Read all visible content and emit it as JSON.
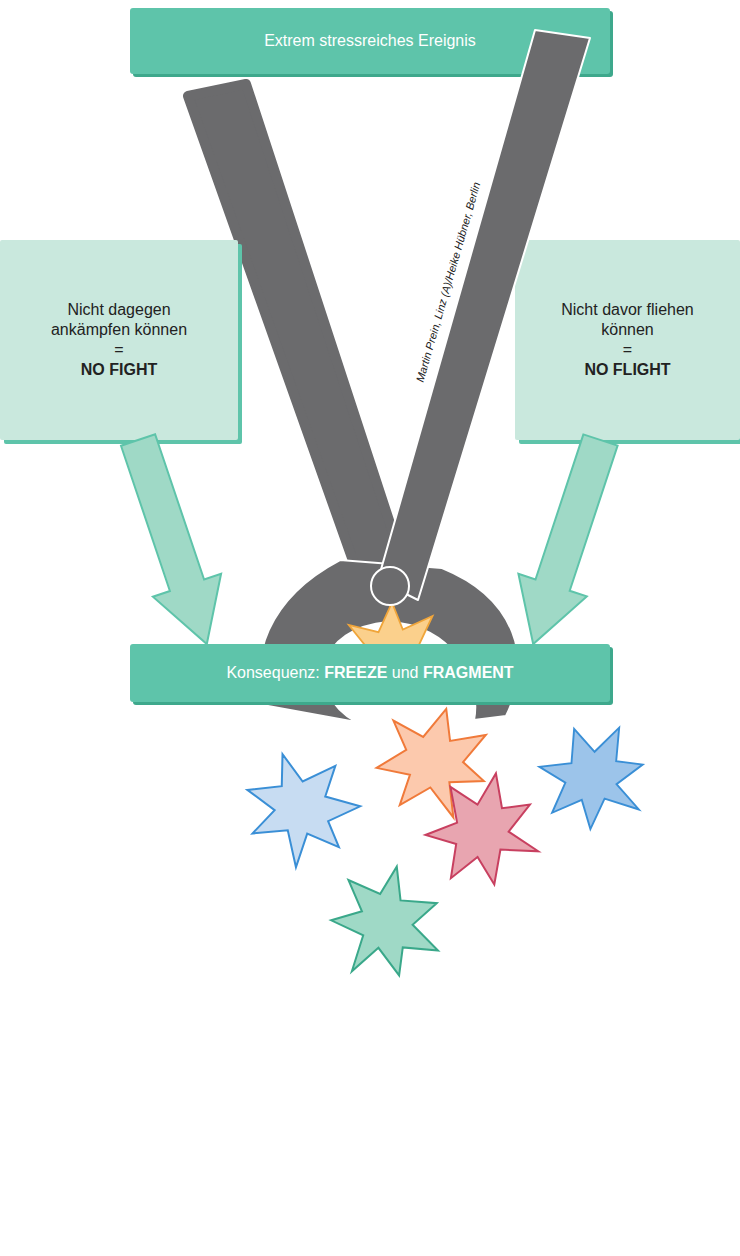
{
  "diagram": {
    "nodes": [
      {
        "text": [
          "Extrem stressreiches Ereignis"
        ]
      },
      {
        "text": [
          "Nicht dagegen ankämpfen können",
          "=",
          "NO FIGHT"
        ]
      },
      {
        "text": [
          "Nicht davor fliehen können",
          "=",
          "NO FLIGHT"
        ]
      },
      {
        "text": [
          "Konsequenz: FREEZE und FRAGMENT"
        ]
      }
    ],
    "edges": [
      {
        "from": 1,
        "to": 3,
        "arrow": "to"
      },
      {
        "from": 2,
        "to": 3,
        "arrow": "to"
      }
    ],
    "labels": [
      "Martin Prein, Linz (A)/Heike Hübner, Berlin"
    ]
  }
}
